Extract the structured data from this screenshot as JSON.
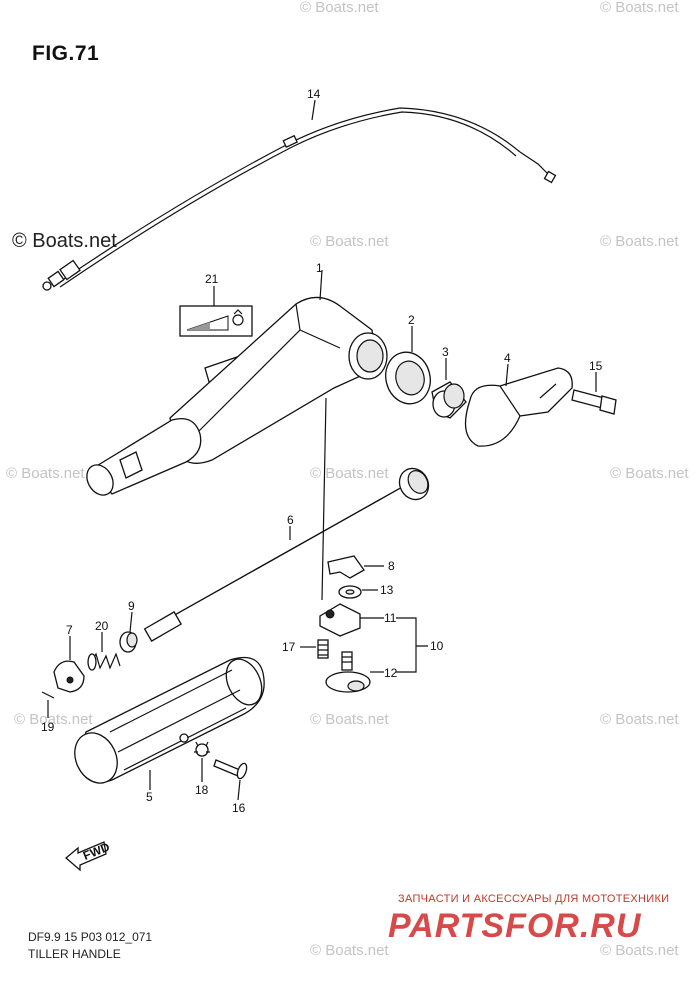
{
  "figure": {
    "title": "FIG.71",
    "code": "DF9.9 15 P03 012_071",
    "name": "TILLER HANDLE"
  },
  "watermark": {
    "main": "© Boats.net",
    "repeat": "© Boats.net"
  },
  "partsfor": {
    "tagline": "ЗАПЧАСТИ И АКСЕССУАРЫ ДЛЯ МОТОТЕХНИКИ",
    "logo": "PARTSFOR.RU"
  },
  "callouts": {
    "c1": "1",
    "c2": "2",
    "c3": "3",
    "c4": "4",
    "c5": "5",
    "c6": "6",
    "c7": "7",
    "c8": "8",
    "c9": "9",
    "c10": "10",
    "c11": "11",
    "c12": "12",
    "c13": "13",
    "c14": "14",
    "c15": "15",
    "c16": "16",
    "c17": "17",
    "c18": "18",
    "c19": "19",
    "c20": "20",
    "c21": "21"
  },
  "fwd_label": "FWD"
}
